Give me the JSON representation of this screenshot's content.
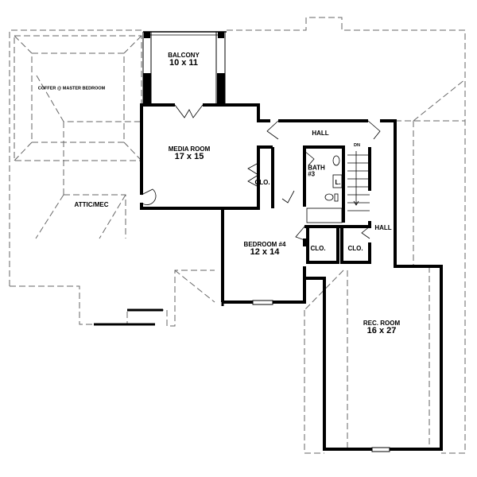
{
  "rooms": {
    "balcony": {
      "name": "BALCONY",
      "size": "10 x 11"
    },
    "media_room": {
      "name": "MEDIA ROOM",
      "size": "17 x 15"
    },
    "hall_top": {
      "name": "HALL"
    },
    "hall_right": {
      "name": "HALL"
    },
    "bath": {
      "name": "BATH",
      "number": "#3"
    },
    "linen": {
      "name": "L."
    },
    "stairs": {
      "label": "DN"
    },
    "closet_media": {
      "name": "CLO."
    },
    "closet_bed": {
      "name": "CLO."
    },
    "closet_hall": {
      "name": "CLO."
    },
    "bedroom4": {
      "name": "BEDROOM #4",
      "size": "12 x 14"
    },
    "rec_room": {
      "name": "REC. ROOM",
      "size": "16 x 27"
    },
    "attic": {
      "name": "ATTIC/MEC"
    },
    "coffer": {
      "name": "COFFER @ MASTER BEDROOM"
    }
  }
}
